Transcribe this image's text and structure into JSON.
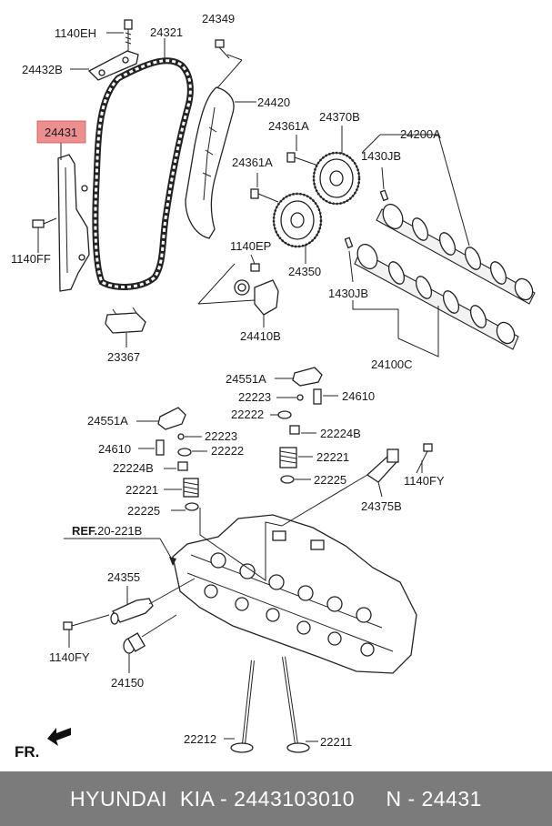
{
  "labels": {
    "p1140EH": "1140EH",
    "p24321": "24321",
    "p24349": "24349",
    "p24432B": "24432B",
    "p24420": "24420",
    "p24431": "24431",
    "p24361A_1": "24361A",
    "p24370B": "24370B",
    "p24200A": "24200A",
    "p1430JB_1": "1430JB",
    "p24361A_2": "24361A",
    "p1140FF": "1140FF",
    "p1140EP": "1140EP",
    "p24350": "24350",
    "p1430JB_2": "1430JB",
    "p24410B": "24410B",
    "p23367": "23367",
    "p24100C": "24100C",
    "p24551A_1": "24551A",
    "p22223_1": "22223",
    "p24610_1": "24610",
    "p22222_1": "22222",
    "p24551A_2": "24551A",
    "p22224B_1": "22224B",
    "p22223_2": "22223",
    "p24610_2": "24610",
    "p22222_2": "22222",
    "p22221_1": "22221",
    "p22224B_2": "22224B",
    "p1140FY_1": "1140FY",
    "p22225_1": "22225",
    "p22221_2": "22221",
    "p24375B": "24375B",
    "p22225_2": "22225",
    "ref_prefix": "REF.",
    "ref_value": "20-221B",
    "p24355": "24355",
    "p1140FY_2": "1140FY",
    "p24150": "24150",
    "p22212": "22212",
    "p22211": "22211",
    "fr": "FR."
  },
  "footer": {
    "text": "HYUNDAI  KIA - 2443103010     N - 24431"
  },
  "colors": {
    "highlight": "#ee8f8f",
    "footer_bg": "#7b7b7b"
  }
}
